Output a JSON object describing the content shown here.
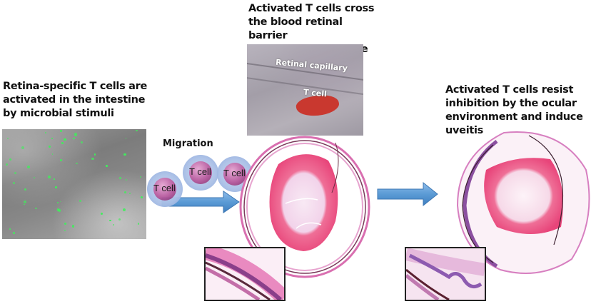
{
  "panels": {
    "left": {
      "caption": "Retina-specific T cells are\nactivated in the intestine\nby microbial stimuli",
      "image": "intestine-fluorescence-micrograph"
    },
    "middle": {
      "caption": "Activated T cells cross\nthe blood retinal barrier\nand infiltrate the eye",
      "image": "retinal-capillary-micrograph",
      "image_labels": {
        "capillary": "Retinal capillary",
        "tcell": "T cell"
      },
      "eye_image": "normal-eye-histology",
      "inset": "normal-retina-inset"
    },
    "right": {
      "caption": "Activated T cells resist\ninhibition by the ocular\nenvironment and induce\nuveitis",
      "eye_image": "uveitic-eye-histology",
      "inset": "inflamed-retina-inset"
    }
  },
  "migration": {
    "label": "Migration",
    "cells": [
      "T cell",
      "T cell",
      "T cell"
    ]
  },
  "colors": {
    "arrow_fill": "#5b9bd5",
    "tcell_membrane": "#a9bfe6",
    "tcell_nucleus": "#b65a9e",
    "fluorescent_cells": "#3ef05a",
    "histology_pink": "#e8457a"
  }
}
